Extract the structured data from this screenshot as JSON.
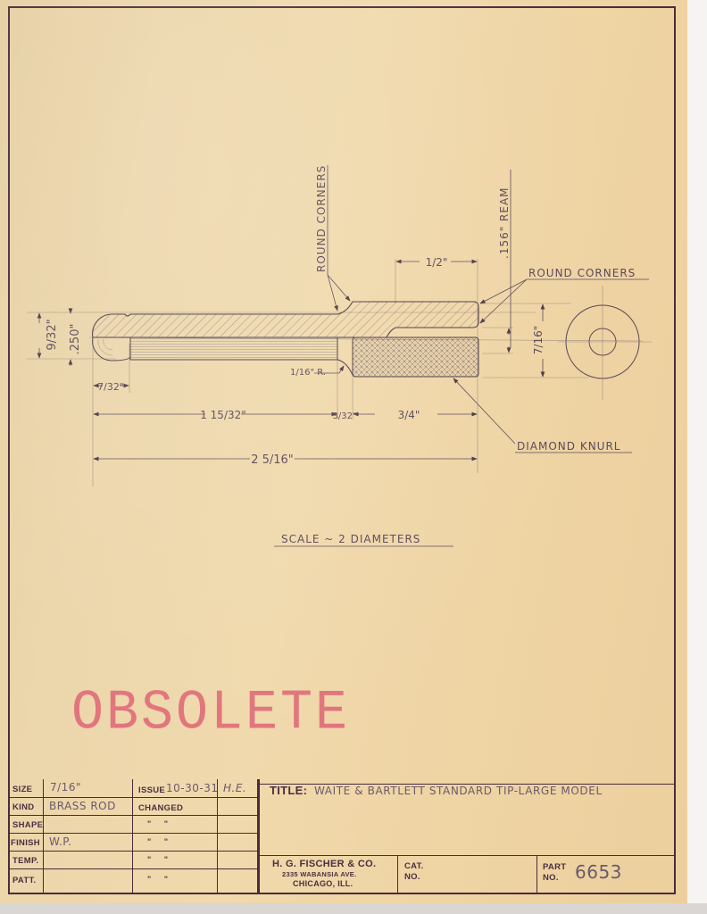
{
  "drawing": {
    "annotations": {
      "round_corners_left": "ROUND CORNERS",
      "ream": ".156\" REAM",
      "round_corners_right": "ROUND CORNERS",
      "diamond_knurl": "DIAMOND KNURL",
      "fillet_radius": "1/16\" R.",
      "scale": "SCALE ~ 2 DIAMETERS"
    },
    "dimensions": {
      "head_diameter": "9/32\"",
      "shank_diameter": ".250\"",
      "head_length": "7/32\"",
      "shank_length": "1 15/32\"",
      "neck_length": "3/32\"",
      "knurl_length": "3/4\"",
      "overall_length": "2 5/16\"",
      "bore_depth": "1/2\"",
      "outer_diameter": "7/16\""
    },
    "stamp": "OBSOLETE",
    "colors": {
      "paper": "#efd5a6",
      "ink": "#4a2c3a",
      "pencil": "#6a5a6a",
      "stamp": "#e06a78"
    }
  },
  "title_block": {
    "rows": [
      {
        "label": "SIZE",
        "value": "7/16\""
      },
      {
        "label": "KIND",
        "value": "BRASS ROD"
      },
      {
        "label": "SHAPE",
        "value": ""
      },
      {
        "label": "FINISH",
        "value": "W.P."
      },
      {
        "label": "TEMP.",
        "value": ""
      },
      {
        "label": "PATT.",
        "value": ""
      }
    ],
    "issue_label": "ISSUE",
    "issue_date": "10-30-31",
    "issue_initials": "H.E.",
    "changed_label": "CHANGED",
    "ditto": "\" \"",
    "title_label": "TITLE:",
    "title_value": "WAITE & BARTLETT STANDARD TIP-LARGE MODEL",
    "company": {
      "name": "H. G. FISCHER & CO.",
      "address": "2335 WABANSIA AVE.",
      "city": "CHICAGO, ILL."
    },
    "cat_label_1": "CAT.",
    "cat_label_2": "NO.",
    "cat_value": "",
    "part_label_1": "PART",
    "part_label_2": "NO.",
    "part_value": "6653"
  }
}
